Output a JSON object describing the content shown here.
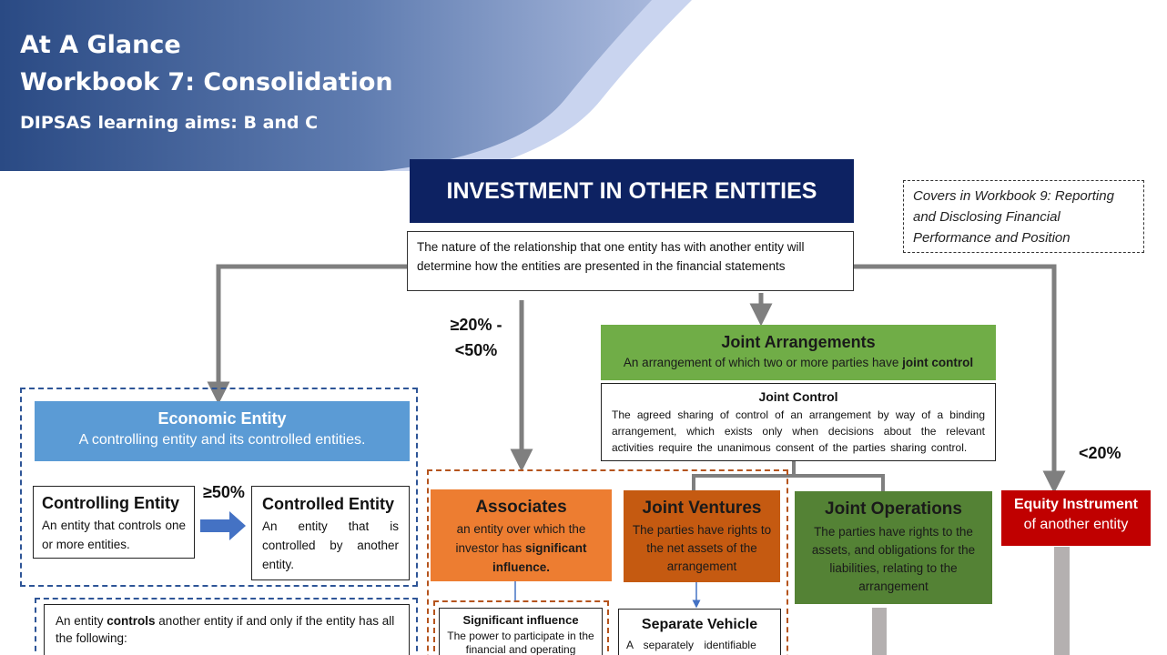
{
  "header": {
    "line1": "At A Glance",
    "line2": "Workbook 7: Consolidation",
    "line3": "DIPSAS learning aims: B and C",
    "colors": {
      "dark": "#2a4a84",
      "mid": "#5f7cb0",
      "light": "#c8d3ec"
    }
  },
  "title": "INVESTMENT IN OTHER ENTITIES",
  "intro": "The nature of the relationship that one entity has with another entity will determine how the entities are presented in the financial statements",
  "covers_note": "Covers in Workbook 9: Reporting and Disclosing Financial Performance and Position",
  "thresholds": {
    "associates": "≥20% - <50%",
    "control": "≥50%",
    "equity": "<20%"
  },
  "economic_entity": {
    "title": "Economic Entity",
    "subtitle": "A controlling entity and its controlled entities."
  },
  "controlling_entity": {
    "title": "Controlling Entity",
    "body": "An entity that controls one or more entities."
  },
  "controlled_entity": {
    "title": "Controlled Entity",
    "body": "An entity that is controlled by another entity."
  },
  "controls_text": {
    "pre": "An entity ",
    "bold": "controls",
    "post": " another entity if and only if the entity has all the following:"
  },
  "associates": {
    "title": "Associates",
    "pre": "an entity over which the investor has ",
    "bold": "significant influence."
  },
  "significant_influence": {
    "title": "Significant influence",
    "body": "The power to participate in the financial and operating"
  },
  "joint_arrangements": {
    "title": "Joint Arrangements",
    "pre": "An arrangement of which two or more parties have ",
    "bold": "joint control"
  },
  "joint_control": {
    "title": "Joint Control",
    "body": "The agreed sharing of control of an arrangement by way of a binding arrangement, which exists only when decisions about the relevant activities require the unanimous consent of the parties sharing control."
  },
  "joint_ventures": {
    "title": "Joint Ventures",
    "body": "The parties have rights to the net assets of the arrangement"
  },
  "separate_vehicle": {
    "title": "Separate Vehicle",
    "body": "A separately identifiable"
  },
  "joint_operations": {
    "title": "Joint Operations",
    "body": "The parties have rights to the assets, and obligations for the liabilities, relating to the arrangement"
  },
  "equity_instrument": {
    "title": "Equity Instrument",
    "subtitle": "of another entity"
  },
  "colors": {
    "navy": "#0d2262",
    "economic_blue": "#5b9bd5",
    "associates_orange": "#ed7d31",
    "jv_orange": "#c55a11",
    "ja_green": "#70ad47",
    "jo_green": "#548235",
    "equity_red": "#c00000",
    "arrow_grey": "#7f7f7f",
    "arrow_blue": "#4472c4"
  }
}
